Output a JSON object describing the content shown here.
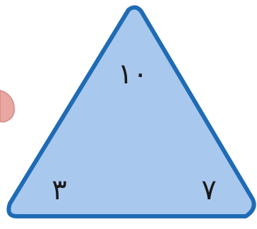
{
  "triangle": {
    "top_number": "١٠",
    "left_number": "٣",
    "right_number": "٧",
    "fill_color": "#a9c8ee",
    "stroke_color": "#1f6bb5",
    "hand_color": "#e9a7a2"
  }
}
